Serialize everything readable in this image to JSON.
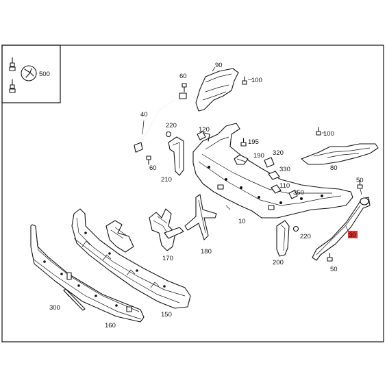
{
  "diagram": {
    "inset_label": "500",
    "highlight_color": "#e03030",
    "part_labels": {
      "p10": "10",
      "p30": "30",
      "p40": "40",
      "p50a": "50",
      "p50b": "50",
      "p60a": "60",
      "p60b": "60",
      "p80": "80",
      "p90": "90",
      "p100a": "100",
      "p100b": "100",
      "p110": "110",
      "p120": "120",
      "p150": "150",
      "p160": "160",
      "p170": "170",
      "p180": "180",
      "p190": "190",
      "p195": "195",
      "p200": "200",
      "p210": "210",
      "p220a": "220",
      "p220b": "220",
      "p300": "300",
      "p320": "320",
      "p330": "330",
      "p350": "350"
    }
  }
}
